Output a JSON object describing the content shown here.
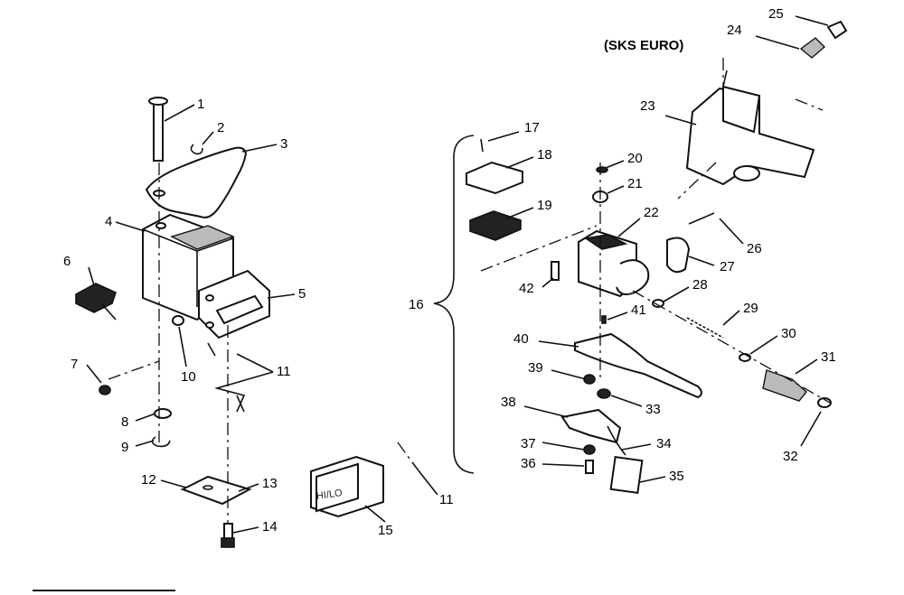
{
  "header": {
    "variant_label": "(SKS EURO)"
  },
  "switch_legend": "HI/LO",
  "callouts": {
    "c1": "1",
    "c2": "2",
    "c3": "3",
    "c4": "4",
    "c5": "5",
    "c6": "6",
    "c7": "7",
    "c8": "8",
    "c9": "9",
    "c10": "10",
    "c11a": "11",
    "c11b": "11",
    "c12": "12",
    "c13": "13",
    "c14": "14",
    "c15": "15",
    "c16": "16",
    "c17": "17",
    "c18": "18",
    "c19": "19",
    "c20": "20",
    "c21": "21",
    "c22": "22",
    "c23": "23",
    "c24": "24",
    "c25": "25",
    "c26": "26",
    "c27": "27",
    "c28": "28",
    "c29": "29",
    "c30": "30",
    "c31": "31",
    "c32": "32",
    "c33": "33",
    "c34": "34",
    "c35": "35",
    "c36": "36",
    "c37": "37",
    "c38": "38",
    "c39": "39",
    "c40": "40",
    "c41": "41",
    "c42": "42"
  }
}
